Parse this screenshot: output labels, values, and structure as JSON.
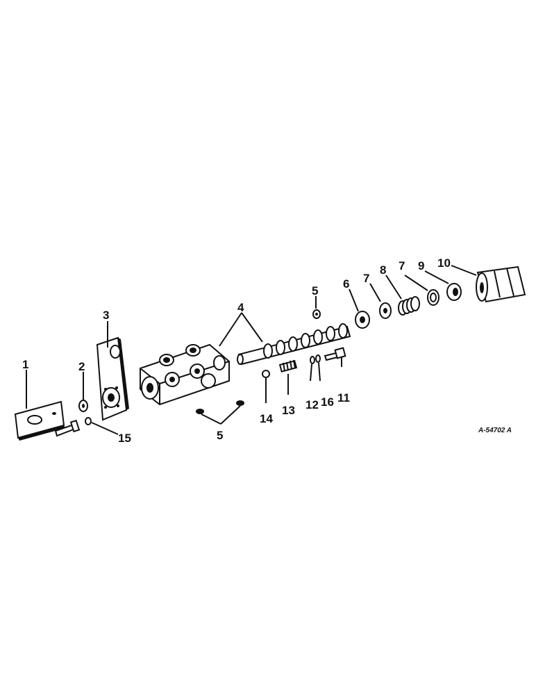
{
  "callouts": {
    "c1": "1",
    "c2": "2",
    "c3": "3",
    "c4": "4",
    "c5_top": "5",
    "c5_bottom": "5",
    "c6": "6",
    "c7_left": "7",
    "c8": "8",
    "c7_right": "7",
    "c9": "9",
    "c10": "10",
    "c11": "11",
    "c12": "12",
    "c13": "13",
    "c14": "14",
    "c15": "15",
    "c16": "16"
  },
  "reference_code": "A-54702 A"
}
